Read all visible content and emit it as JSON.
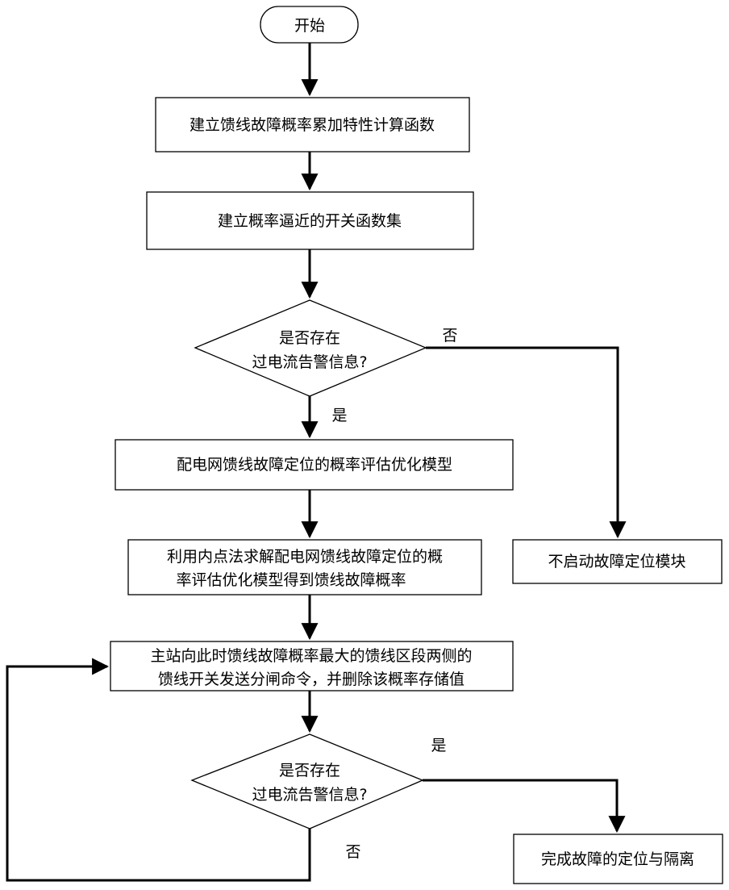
{
  "flowchart": {
    "start": "开始",
    "step1": "建立馈线故障概率累加特性计算函数",
    "step2": "建立概率逼近的开关函数集",
    "decision1": {
      "line1": "是否存在",
      "line2": "过电流告警信息?"
    },
    "decision1_no": "否",
    "decision1_yes": "是",
    "step3": "配电网馈线故障定位的概率评估优化模型",
    "step4": {
      "line1": "利用内点法求解配电网馈线故障定位的概",
      "line2": "率评估优化模型得到馈线故障概率"
    },
    "no_start_box": "不启动故障定位模块",
    "step5": {
      "line1": "主站向此时馈线故障概率最大的馈线区段两侧的",
      "line2": "馈线开关发送分闸命令，并删除该概率存储值"
    },
    "decision2": {
      "line1": "是否存在",
      "line2": "过电流告警信息?"
    },
    "decision2_yes": "是",
    "decision2_no": "否",
    "end_box": "完成故障的定位与隔离"
  }
}
